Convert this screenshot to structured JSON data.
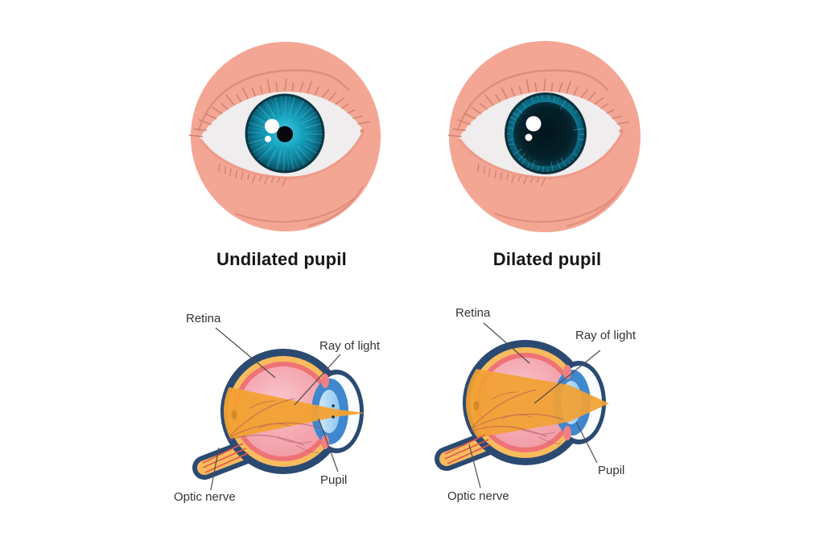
{
  "page": {
    "background": "#FFFFFF"
  },
  "headings": {
    "undilated": "Undilated pupil",
    "dilated": "Dilated pupil"
  },
  "diagram_labels": {
    "retina": "Retina",
    "ray_of_light": "Ray of light",
    "pupil": "Pupil",
    "optic_nerve": "Optic nerve"
  },
  "colors": {
    "skin_salmon": "#F4A695",
    "skin_crease": "#E08D7B",
    "eyelash": "#CC8370",
    "eye_white": "#EFEDED",
    "lower_lid_edge": "#EC9784",
    "iris_teal": "#0E92AF",
    "iris_rim": "#06303E",
    "pupil_black": "#05090B",
    "dilated_pupil": "#051A21",
    "highlight_white": "#FFFFFF",
    "sclera_outline_navy": "#2B4A72",
    "retina_layer_orange": "#F8BB5D",
    "choroid_red": "#EF7276",
    "interior_pink": "#F2A4AB",
    "cornea_blue": "#3F87CE",
    "lens_light_blue": "#AFD9F5",
    "light_ray_orange": "#F2A132",
    "optic_nerve_fiber_red": "#E2574C",
    "vessel_maroon": "#A6505F",
    "leader_line_gray": "#4D4D4D",
    "heading_text": "#151515",
    "label_text": "#333333"
  }
}
